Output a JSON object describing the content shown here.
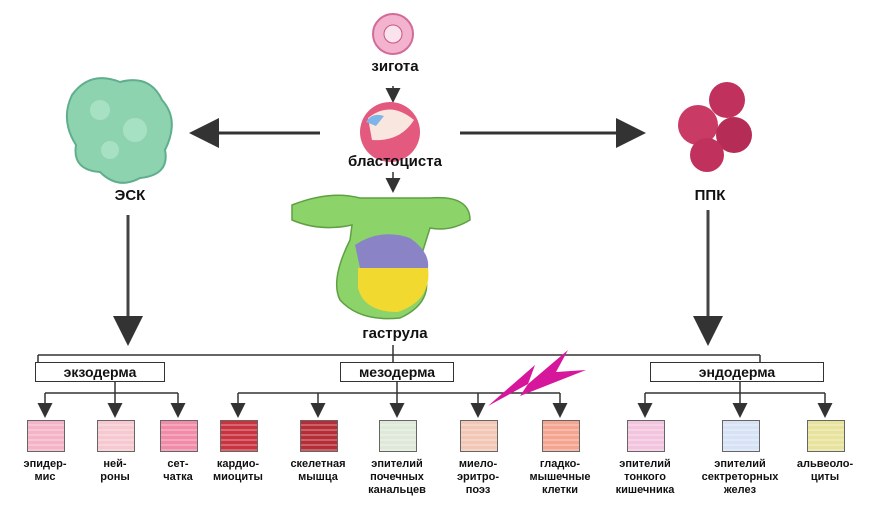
{
  "top": {
    "zygote": "зигота",
    "blastocyst": "бластоциста",
    "esc": "ЭСК",
    "ppk": "ППК",
    "gastrula": "гаструла"
  },
  "germ_layers": {
    "ectoderm": "экзодерма",
    "mesoderm": "мезодерма",
    "endoderm": "эндодерма"
  },
  "cell_types": [
    {
      "label": "эпидер-\nмис",
      "color": "#f4b3c6"
    },
    {
      "label": "ней-\nроны",
      "color": "#f6c9d0"
    },
    {
      "label": "сет-\nчатка",
      "color": "#f28ba7"
    },
    {
      "label": "кардио-\nмиоциты",
      "color": "#c9333f"
    },
    {
      "label": "скелетная\nмышца",
      "color": "#b52d36"
    },
    {
      "label": "эпителий\nпочечных\nканальцев",
      "color": "#dfe9d9"
    },
    {
      "label": "миело-\nэритро-\nпоэз",
      "color": "#f3c7b6"
    },
    {
      "label": "гладко-\nмышечные\nклетки",
      "color": "#f4a48f"
    },
    {
      "label": "эпителий\nтонкого\nкишечника",
      "color": "#f3c4dd"
    },
    {
      "label": "эпителий\nсектреторных\nжелез",
      "color": "#d7e3f5"
    },
    {
      "label": "альвеоло-\nциты",
      "color": "#e7e39c"
    }
  ],
  "colors": {
    "esc_cell": "#8ed3b0",
    "ppk_cell": "#c0325d",
    "zygote": "#e38ab0",
    "gastrula_top": "#8cd36a",
    "gastrula_yolk": "#f2d930",
    "lightning": "#d6179c"
  }
}
